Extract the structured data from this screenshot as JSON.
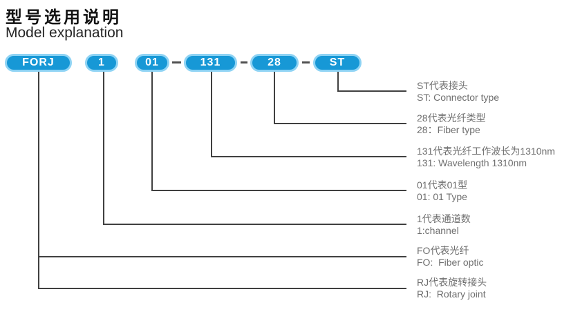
{
  "header": {
    "title_cn": "型号选用说明",
    "title_en": "Model explanation"
  },
  "model_code": {
    "full_code": "FORJ 1 01-131-28-ST",
    "segments": [
      {
        "label": "FORJ"
      },
      {
        "label": "1"
      },
      {
        "label": "01"
      },
      {
        "label": "131"
      },
      {
        "label": "28"
      },
      {
        "label": "ST"
      }
    ]
  },
  "annotations": [
    {
      "key": "ST",
      "cn": "ST代表接头",
      "en": "ST: Connector type"
    },
    {
      "key": "28",
      "cn": "28代表光纤类型",
      "en": "28：Fiber type"
    },
    {
      "key": "131",
      "cn": "131代表光纤工作波长为1310nm",
      "en": "131: Wavelength 1310nm"
    },
    {
      "key": "01",
      "cn": "01代表01型",
      "en": "01: 01 Type"
    },
    {
      "key": "1",
      "cn": "1代表通道数",
      "en": "1:channel"
    },
    {
      "key": "FO",
      "cn": "FO代表光纤",
      "en": "FO:  Fiber optic"
    },
    {
      "key": "RJ",
      "cn": "RJ代表旋转接头",
      "en": "RJ:  Rotary joint"
    }
  ],
  "colors": {
    "pill_fill": "#1798d6",
    "pill_border": "#8ed3f4",
    "line": "#404040",
    "annotation_text": "#6e6e6e",
    "title_text": "#121212"
  }
}
